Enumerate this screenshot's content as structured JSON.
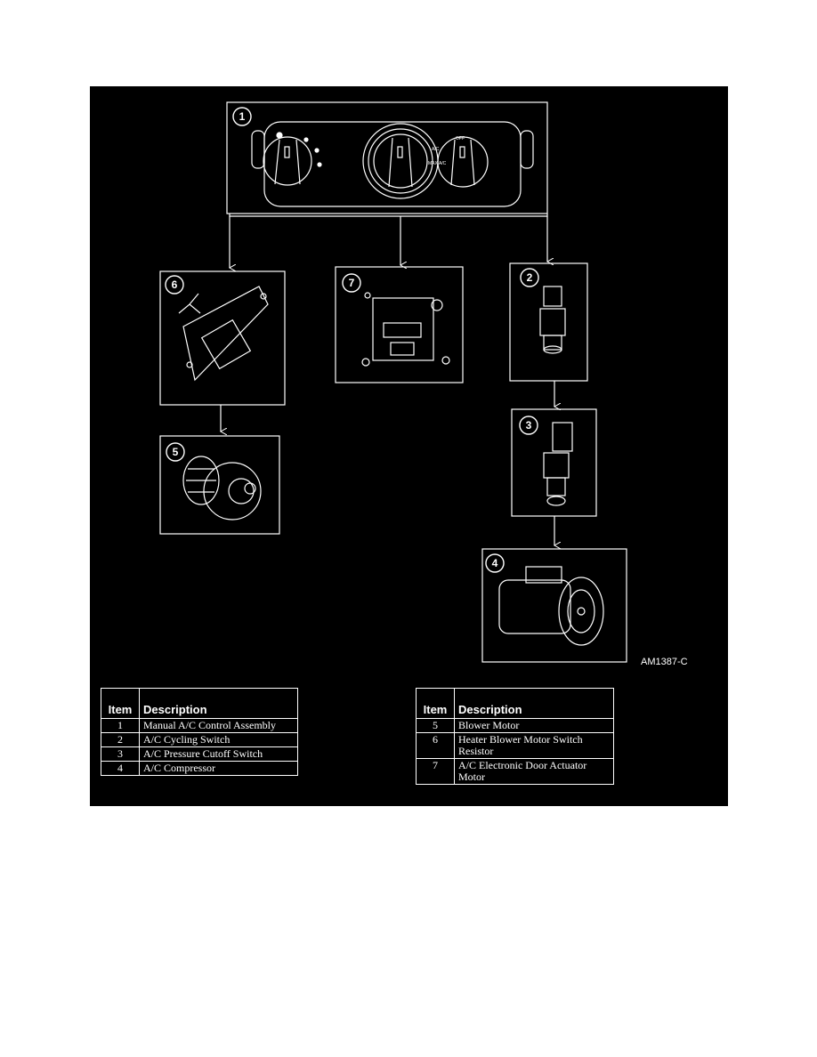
{
  "figure": {
    "callouts": [
      "1",
      "2",
      "3",
      "4",
      "5",
      "6",
      "7"
    ],
    "figure_id": "AM1387-C"
  },
  "tables": [
    {
      "headers": {
        "item": "Item",
        "description": "Description"
      },
      "rows": [
        {
          "item": "1",
          "description": "Manual A/C Control Assembly"
        },
        {
          "item": "2",
          "description": "A/C Cycling Switch"
        },
        {
          "item": "3",
          "description": "A/C Pressure Cutoff Switch"
        },
        {
          "item": "4",
          "description": "A/C Compressor"
        }
      ]
    },
    {
      "headers": {
        "item": "Item",
        "description": "Description"
      },
      "rows": [
        {
          "item": "5",
          "description": "Blower Motor"
        },
        {
          "item": "6",
          "description": "Heater Blower Motor Switch Resistor"
        },
        {
          "item": "7",
          "description": "A/C Electronic Door Actuator Motor"
        }
      ]
    }
  ],
  "panel_labels": {
    "off": "OFF",
    "ac": "A/C",
    "max_ac": "MAX A/C"
  }
}
